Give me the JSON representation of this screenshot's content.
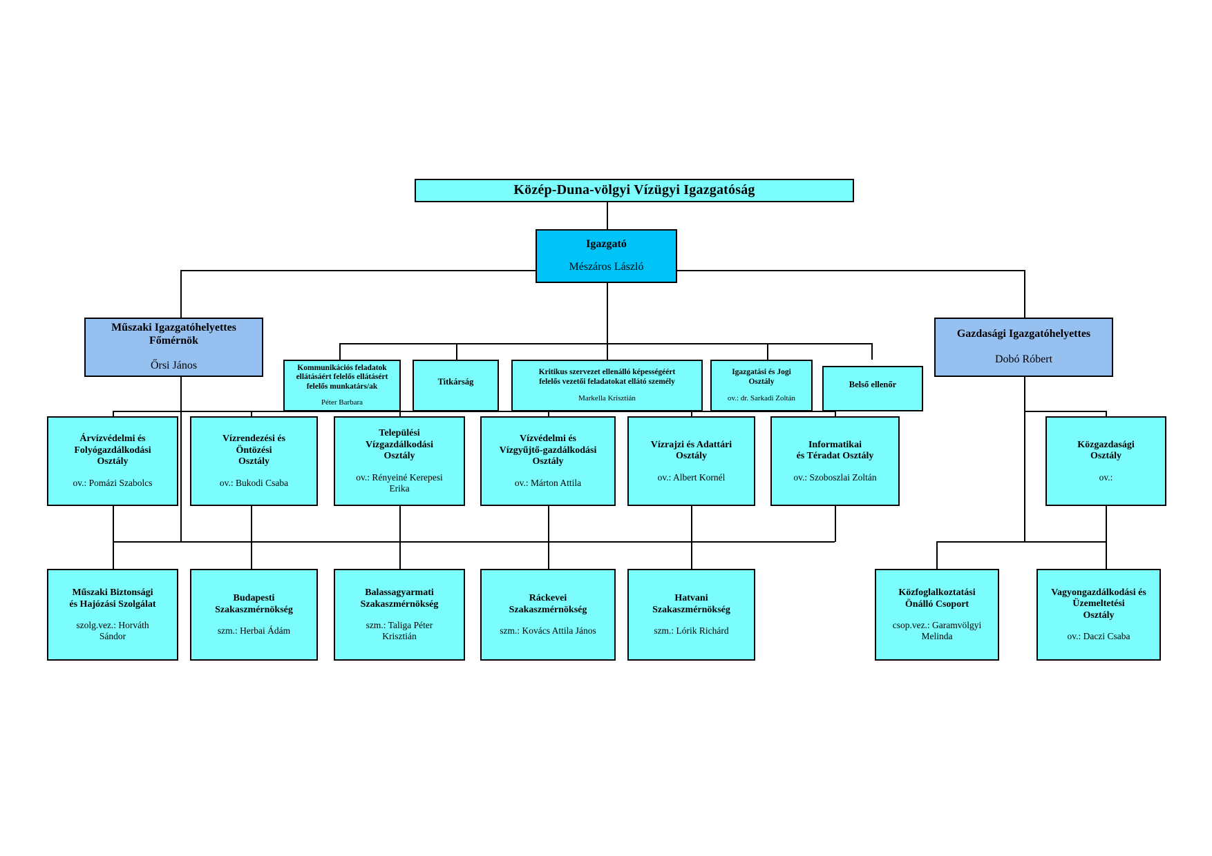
{
  "diagram": {
    "kind": "organization-chart",
    "language": "hu",
    "colors": {
      "root_fill": "#7BFDFD",
      "director_fill": "#00C3F7",
      "deputy_fill": "#96C0F0",
      "unit_fill": "#7BFDFD",
      "border": "#000000",
      "text": "#000000",
      "background": "#FFFFFF"
    }
  },
  "root": {
    "title": "Közép-Duna-völgyi Vízügyi Igazgatóság"
  },
  "director": {
    "title": "Igazgató",
    "person": "Mészáros László"
  },
  "deputies": [
    {
      "title": "Műszaki Igazgatóhelyettes\nFőmérnök",
      "person": "Őrsi János"
    },
    {
      "title": "Gazdasági Igazgatóhelyettes",
      "person": "Dobó Róbert"
    }
  ],
  "director_staff": [
    {
      "title": "Kommunikációs feladatok\nellátásáért felelős ellátásért\nfelelős munkatárs/ak",
      "person": "Péter Barbara"
    },
    {
      "title": "Titkárság",
      "person": ""
    },
    {
      "title": "Kritikus szervezet ellenálló képességéért\nfelelős vezetői feladatokat ellátó személy",
      "person": "Markella Krisztián"
    },
    {
      "title": "Igazgatási és Jogi\nOsztály",
      "person": "ov.: dr. Sarkadi Zoltán"
    },
    {
      "title": "Belső ellenőr",
      "person": ""
    }
  ],
  "technical_departments": [
    {
      "title": "Árvízvédelmi és\nFolyógazdálkodási\nOsztály",
      "person": "ov.: Pomázi Szabolcs"
    },
    {
      "title": "Vízrendezési és\nÖntözési\nOsztály",
      "person": "ov.: Bukodi Csaba"
    },
    {
      "title": "Települési\nVízgazdálkodási\nOsztály",
      "person": "ov.: Rényeiné Kerepesi\nErika"
    },
    {
      "title": "Vízvédelmi és\nVízgyűjtő-gazdálkodási\nOsztály",
      "person": "ov.: Márton Attila"
    },
    {
      "title": "Vízrajzi és Adattári\nOsztály",
      "person": "ov.: Albert Kornél"
    },
    {
      "title": "Informatikai\nés Téradat Osztály",
      "person": "ov.: Szoboszlai Zoltán"
    }
  ],
  "economic_departments": [
    {
      "title": "Közgazdasági\nOsztály",
      "person": "ov.:"
    }
  ],
  "technical_units": [
    {
      "title": "Műszaki Biztonsági\nés Hajózási Szolgálat",
      "person": "szolg.vez.: Horváth\nSándor"
    },
    {
      "title": "Budapesti\nSzakaszmérnökség",
      "person": "szm.: Herbai Ádám"
    },
    {
      "title": "Balassagyarmati\nSzakaszmérnökség",
      "person": "szm.: Taliga Péter\nKrisztián"
    },
    {
      "title": "Ráckevei\nSzakaszmérnökség",
      "person": "szm.: Kovács Attila János"
    },
    {
      "title": "Hatvani\nSzakaszmérnökség",
      "person": "szm.: Lórik Richárd"
    }
  ],
  "economic_units": [
    {
      "title": "Közfoglalkoztatási\nÖnálló Csoport",
      "person": "csop.vez.: Garamvölgyi\nMelinda"
    },
    {
      "title": "Vagyongazdálkodási és\nÜzemeltetési\nOsztály",
      "person": "ov.: Daczi Csaba"
    }
  ]
}
